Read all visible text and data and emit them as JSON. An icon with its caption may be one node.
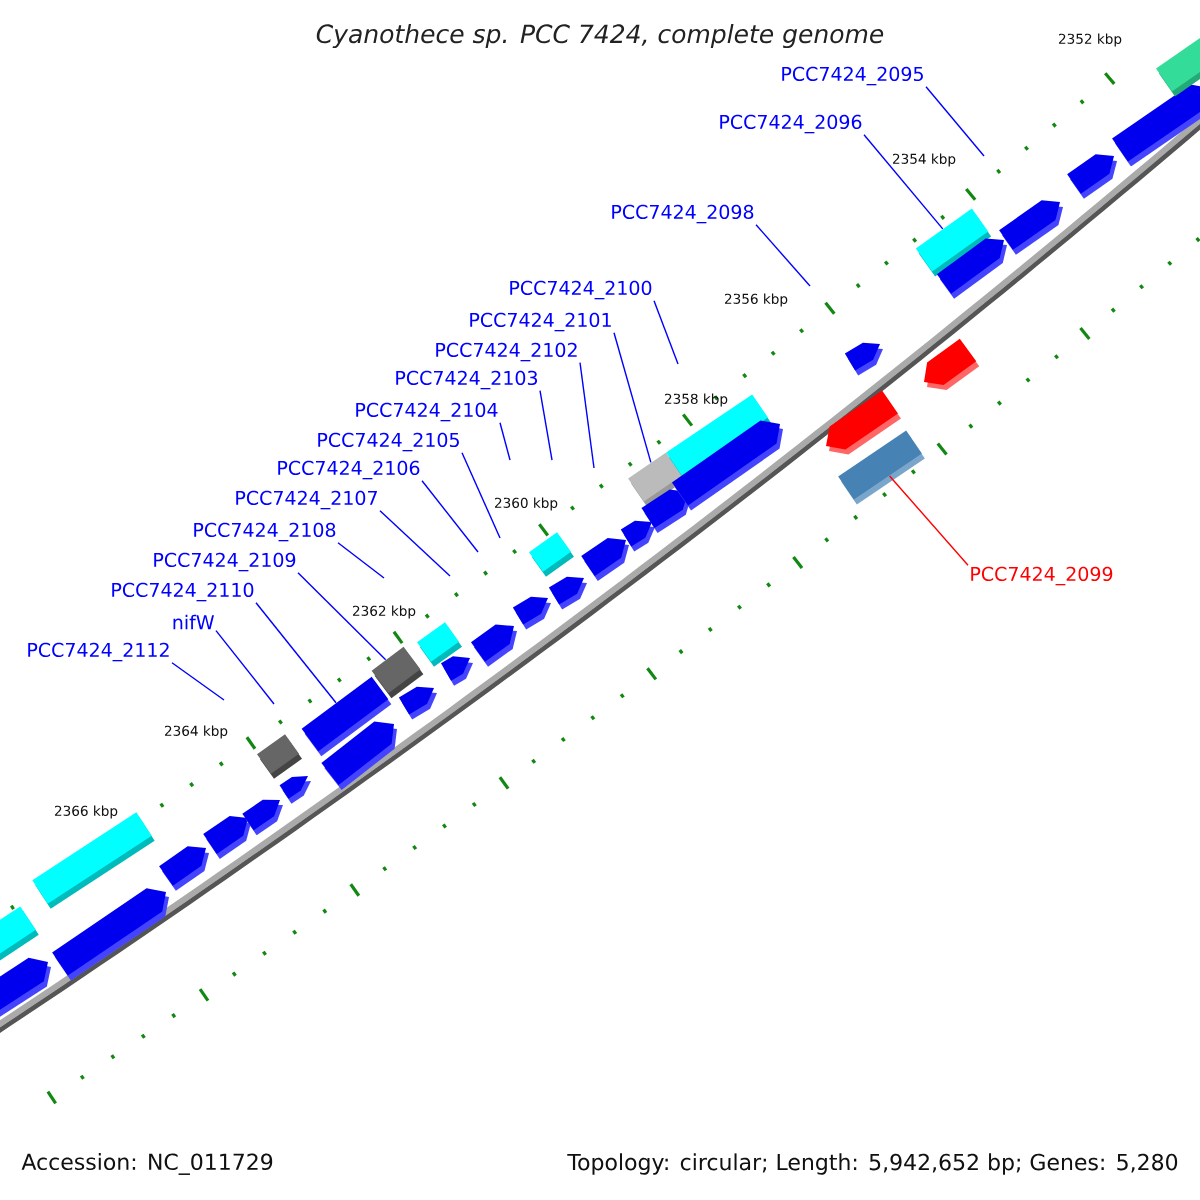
{
  "diagram": {
    "title": "Cyanothece sp. PCC 7424, complete genome",
    "nodes": [
      {
        "text": [
          "PCC7424_2095"
        ]
      },
      {
        "text": [
          "PCC7424_2096"
        ]
      },
      {
        "text": [
          "PCC7424_2098"
        ]
      },
      {
        "text": [
          "PCC7424_2100"
        ]
      },
      {
        "text": [
          "PCC7424_2101"
        ]
      },
      {
        "text": [
          "PCC7424_2102"
        ]
      },
      {
        "text": [
          "PCC7424_2103"
        ]
      },
      {
        "text": [
          "PCC7424_2104"
        ]
      },
      {
        "text": [
          "PCC7424_2105"
        ]
      },
      {
        "text": [
          "PCC7424_2106"
        ]
      },
      {
        "text": [
          "PCC7424_2107"
        ]
      },
      {
        "text": [
          "PCC7424_2108"
        ]
      },
      {
        "text": [
          "PCC7424_2109"
        ]
      },
      {
        "text": [
          "PCC7424_2099"
        ]
      },
      {
        "text": [
          "PCC7424_2110"
        ]
      },
      {
        "text": [
          "nifW"
        ]
      },
      {
        "text": [
          "PCC7424_2112"
        ]
      },
      {
        "text": [],
        "shape": "box"
      },
      {
        "text": [],
        "shape": "pentagon"
      },
      {
        "text": [],
        "shape": "box"
      },
      {
        "text": [],
        "shape": "pentagon"
      },
      {
        "text": [],
        "shape": "pentagon"
      },
      {
        "text": [],
        "shape": "pentagon"
      },
      {
        "text": [],
        "shape": "pentagon"
      },
      {
        "text": [],
        "shape": "box"
      },
      {
        "text": [],
        "shape": "pentagon"
      },
      {
        "text": [],
        "shape": "box"
      },
      {
        "text": [],
        "shape": "pentagon"
      },
      {
        "text": [],
        "shape": "box"
      },
      {
        "text": [],
        "shape": "pentagon"
      },
      {
        "text": [],
        "shape": "box"
      },
      {
        "text": [],
        "shape": "pentagon"
      },
      {
        "text": [],
        "shape": "pentagon"
      },
      {
        "text": [],
        "shape": "pentagon"
      },
      {
        "text": [],
        "shape": "box"
      },
      {
        "text": [],
        "shape": "pentagon"
      },
      {
        "text": [],
        "shape": "pentagon"
      },
      {
        "text": [],
        "shape": "pentagon"
      },
      {
        "text": [],
        "shape": "box"
      },
      {
        "text": [],
        "shape": "pentagon"
      },
      {
        "text": [],
        "shape": "box"
      },
      {
        "text": [],
        "shape": "pentagon"
      },
      {
        "text": [],
        "shape": "pentagon"
      },
      {
        "text": [],
        "shape": "pentagon"
      },
      {
        "text": [],
        "shape": "box"
      },
      {
        "text": [],
        "shape": "pentagon"
      },
      {
        "text": [],
        "shape": "box"
      },
      {
        "text": [],
        "shape": "pentagon"
      },
      {
        "text": [],
        "shape": "pentagon"
      },
      {
        "text": [],
        "shape": "pentagon"
      },
      {
        "text": [],
        "shape": "pentagon"
      },
      {
        "text": [],
        "shape": "box"
      }
    ],
    "edges": [
      {
        "from": 0,
        "to": null,
        "arrow": "none"
      },
      {
        "from": 1,
        "to": 46,
        "arrow": "none"
      },
      {
        "from": 2,
        "to": null,
        "arrow": "none"
      },
      {
        "from": 3,
        "to": null,
        "arrow": "none"
      },
      {
        "from": 4,
        "to": 38,
        "arrow": "none"
      },
      {
        "from": 5,
        "to": null,
        "arrow": "none"
      },
      {
        "from": 6,
        "to": null,
        "arrow": "none"
      },
      {
        "from": 7,
        "to": null,
        "arrow": "none"
      },
      {
        "from": 8,
        "to": null,
        "arrow": "none"
      },
      {
        "from": 9,
        "to": null,
        "arrow": "none"
      },
      {
        "from": 10,
        "to": null,
        "arrow": "none"
      },
      {
        "from": 11,
        "to": null,
        "arrow": "none"
      },
      {
        "from": 12,
        "to": 28,
        "arrow": "none"
      },
      {
        "from": 13,
        "to": 44,
        "arrow": "none",
        "color": "#ff0000"
      },
      {
        "from": 14,
        "to": 26,
        "arrow": "none"
      },
      {
        "from": 15,
        "to": null,
        "arrow": "none"
      },
      {
        "from": 16,
        "to": null,
        "arrow": "none"
      }
    ],
    "labels": [
      "2352 kbp",
      "2354 kbp",
      "2356 kbp",
      "2358 kbp",
      "2360 kbp",
      "2362 kbp",
      "2364 kbp",
      "2366 kbp",
      "Accession: NC_011729",
      "Topology: circular; Length: 5,942,652 bp; Genes: 5,280"
    ]
  }
}
